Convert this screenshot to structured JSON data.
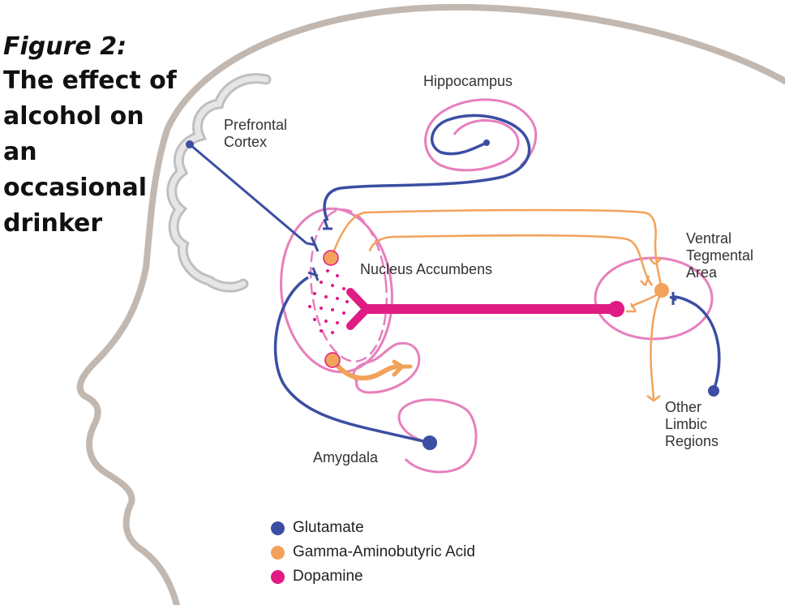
{
  "figure": {
    "number": "Figure 2:",
    "title": "The effect of alcohol on an occasional drinker"
  },
  "labels": {
    "hippocampus": "Hippocampus",
    "prefrontal": "Prefrontal Cortex",
    "nucleus": "Nucleus Accumbens",
    "vta": "Ventral Tegmental Area",
    "other": "Other Limbic Regions",
    "amygdala": "Amygdala"
  },
  "legend": [
    {
      "name": "Glutamate",
      "color": "#3b4ea3"
    },
    {
      "name": "Gamma-Aminobutyric Acid",
      "color": "#f2a25a"
    },
    {
      "name": "Dopamine",
      "color": "#e01b84"
    }
  ],
  "colors": {
    "head_outline": "#c2b8b0",
    "cortex_fill": "#d9d9d9",
    "region_outline": "#e77fbd",
    "glutamate": "#3b4ea3",
    "gaba": "#f2a25a",
    "dopamine": "#e01b84"
  }
}
